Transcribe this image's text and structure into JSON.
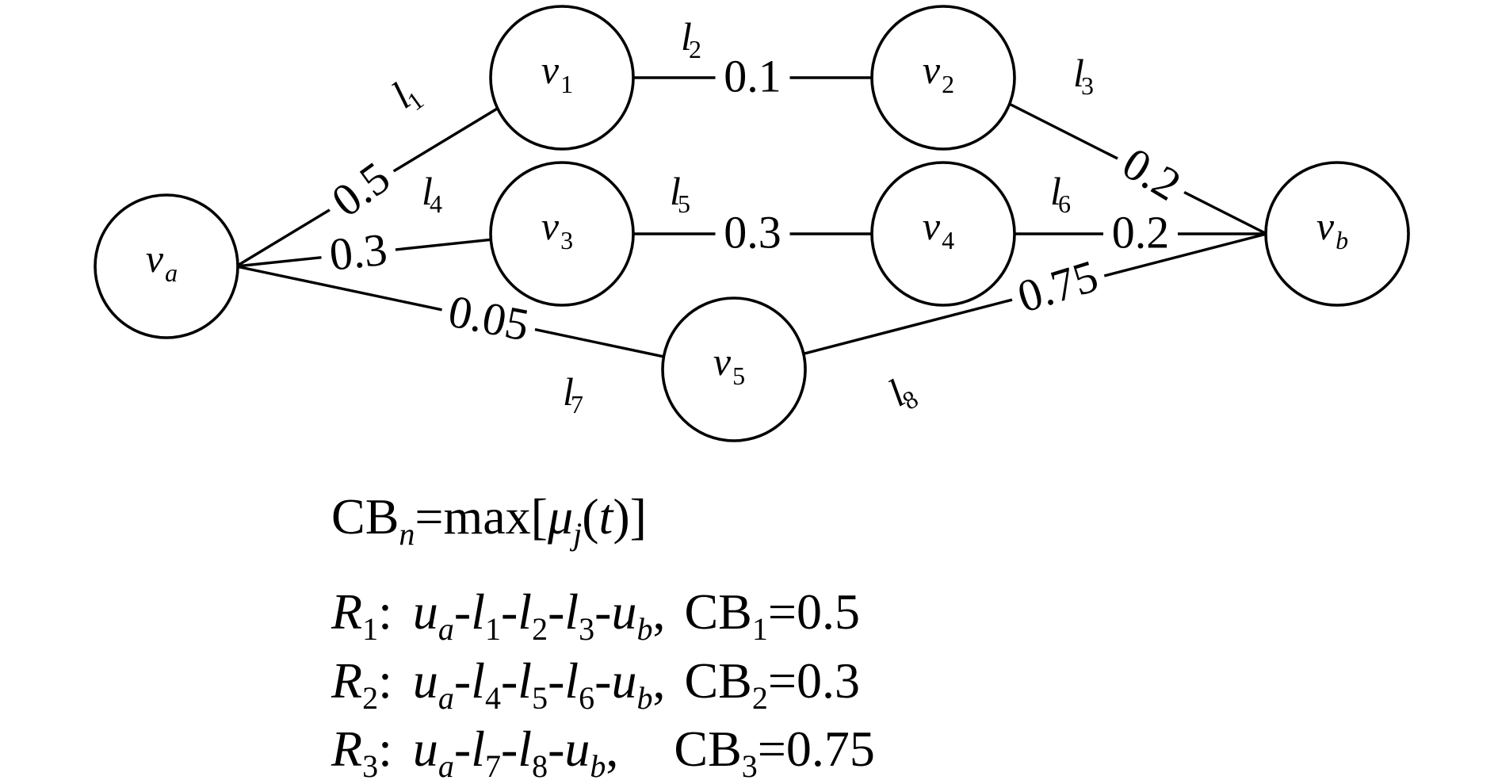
{
  "diagram": {
    "nodes": [
      {
        "id": "va",
        "label": "v",
        "sub": "a"
      },
      {
        "id": "v1",
        "label": "v",
        "sub": "1"
      },
      {
        "id": "v2",
        "label": "v",
        "sub": "2"
      },
      {
        "id": "v3",
        "label": "v",
        "sub": "3"
      },
      {
        "id": "v4",
        "label": "v",
        "sub": "4"
      },
      {
        "id": "v5",
        "label": "v",
        "sub": "5"
      },
      {
        "id": "vb",
        "label": "v",
        "sub": "b"
      }
    ],
    "edges": [
      {
        "id": "l1",
        "from": "va",
        "to": "v1",
        "link": "l",
        "link_sub": "1",
        "weight": "0.5"
      },
      {
        "id": "l2",
        "from": "v1",
        "to": "v2",
        "link": "l",
        "link_sub": "2",
        "weight": "0.1"
      },
      {
        "id": "l3",
        "from": "v2",
        "to": "vb",
        "link": "l",
        "link_sub": "3",
        "weight": "0.2"
      },
      {
        "id": "l4",
        "from": "va",
        "to": "v3",
        "link": "l",
        "link_sub": "4",
        "weight": "0.3"
      },
      {
        "id": "l5",
        "from": "v3",
        "to": "v4",
        "link": "l",
        "link_sub": "5",
        "weight": "0.3"
      },
      {
        "id": "l6",
        "from": "v4",
        "to": "vb",
        "link": "l",
        "link_sub": "6",
        "weight": "0.2"
      },
      {
        "id": "l7",
        "from": "va",
        "to": "v5",
        "link": "l",
        "link_sub": "7",
        "weight": "0.05"
      },
      {
        "id": "l8",
        "from": "v5",
        "to": "vb",
        "link": "l",
        "link_sub": "8",
        "weight": "0.75"
      }
    ]
  },
  "formulas": {
    "definition": {
      "lhs": "CB",
      "lhs_sub": "n",
      "eq": "=max[",
      "mu": "μ",
      "mu_sub": "j",
      "arg_open": "(",
      "arg": "t",
      "arg_close": ")]"
    },
    "routes": [
      {
        "name": "R",
        "name_sub": "1",
        "colon": ":",
        "path": [
          {
            "t": "u",
            "s": "a"
          },
          {
            "t": "l",
            "s": "1"
          },
          {
            "t": "l",
            "s": "2"
          },
          {
            "t": "l",
            "s": "3"
          },
          {
            "t": "u",
            "s": "b"
          }
        ],
        "cb": "CB",
        "cb_sub": "1",
        "eq": "=0.5"
      },
      {
        "name": "R",
        "name_sub": "2",
        "colon": ":",
        "path": [
          {
            "t": "u",
            "s": "a"
          },
          {
            "t": "l",
            "s": "4"
          },
          {
            "t": "l",
            "s": "5"
          },
          {
            "t": "l",
            "s": "6"
          },
          {
            "t": "u",
            "s": "b"
          }
        ],
        "cb": "CB",
        "cb_sub": "2",
        "eq": "=0.3"
      },
      {
        "name": "R",
        "name_sub": "3",
        "colon": ":",
        "path": [
          {
            "t": "u",
            "s": "a"
          },
          {
            "t": "l",
            "s": "7"
          },
          {
            "t": "l",
            "s": "8"
          },
          {
            "t": "u",
            "s": "b"
          }
        ],
        "cb": "CB",
        "cb_sub": "3",
        "eq": "=0.75"
      }
    ]
  }
}
